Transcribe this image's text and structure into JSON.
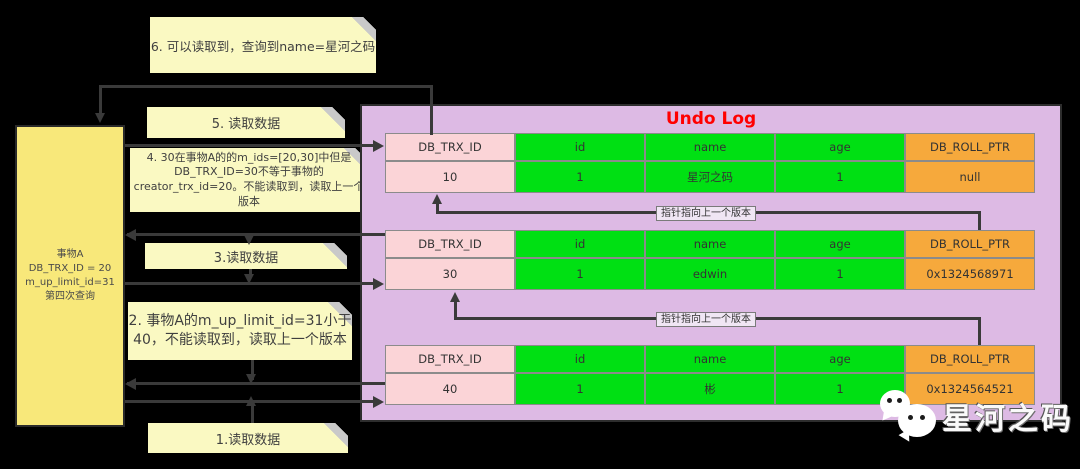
{
  "notes": {
    "note6": "6. 可以读取到，查询到name=星河之码",
    "note5": "5.  读取数据",
    "note4": "4.  30在事物A的的m_ids=[20,30]中但是DB_TRX_ID=30不等于事物的creator_trx_id=20。不能读取到，读取上一个版本",
    "note3": "3.读取数据",
    "note2": "2.  事物A的m_up_limit_id=31小于40，不能读取到，读取上一个版本",
    "note1": "1.读取数据"
  },
  "transaction_box": {
    "lines": [
      "事物A",
      "DB_TRX_ID = 20",
      "m_up_limit_id=31",
      "第四次查询"
    ]
  },
  "undo_log": {
    "title": "Undo Log",
    "title_color": "#ff0000",
    "pointer_label": "指针指向上一个版本",
    "columns": [
      "DB_TRX_ID",
      "id",
      "name",
      "age",
      "DB_ROLL_PTR"
    ],
    "versions": [
      [
        "10",
        "1",
        "星河之码",
        "1",
        "null"
      ],
      [
        "30",
        "1",
        "edwin",
        "1",
        "0x1324568971"
      ],
      [
        "40",
        "1",
        "彬",
        "1",
        "0x1324564521"
      ]
    ]
  },
  "watermark": {
    "text": "星河之码",
    "icon": "wechat-chat-bubbles-icon"
  },
  "colors": {
    "background": "#000000",
    "note_yellow": "#faf9c2",
    "transaction_box_yellow": "#f8e87a",
    "panel_purple": "#ddbae4",
    "trx_id_pink": "#fbd4d7",
    "field_green": "#00e013",
    "roll_ptr_orange": "#f6a93c",
    "connector": "#3a3a3a"
  }
}
